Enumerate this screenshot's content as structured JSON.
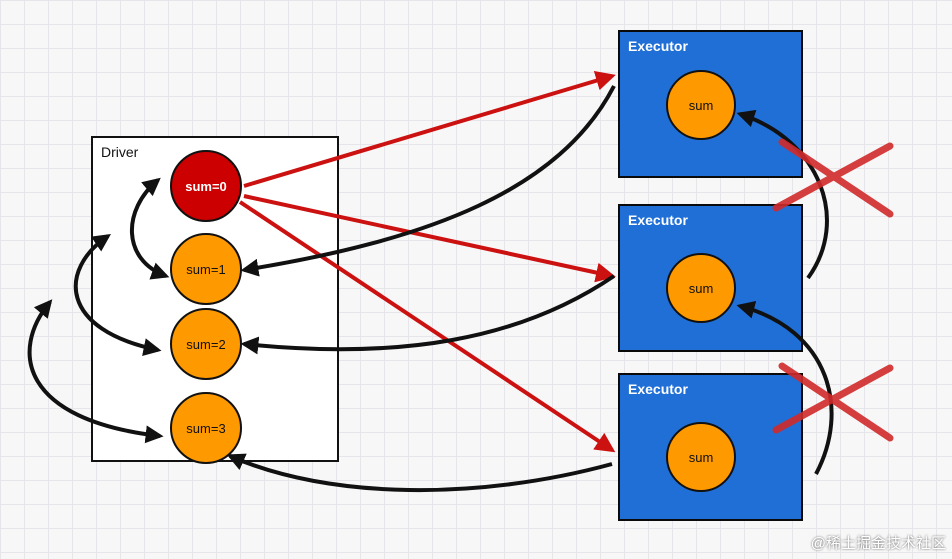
{
  "driver": {
    "title": "Driver",
    "circles": [
      "sum=0",
      "sum=1",
      "sum=2",
      "sum=3"
    ]
  },
  "executors": [
    {
      "title": "Executor",
      "circle": "sum"
    },
    {
      "title": "Executor",
      "circle": "sum"
    },
    {
      "title": "Executor",
      "circle": "sum"
    }
  ],
  "watermark": "@稀土掘金技术社区",
  "colors": {
    "executor_fill": "#1f6fd6",
    "red_arrow": "#cc1111",
    "black_arrow": "#111111",
    "cross": "#d12a2a",
    "sum0_fill": "#cc0000",
    "sum_fill": "#ff9900"
  }
}
